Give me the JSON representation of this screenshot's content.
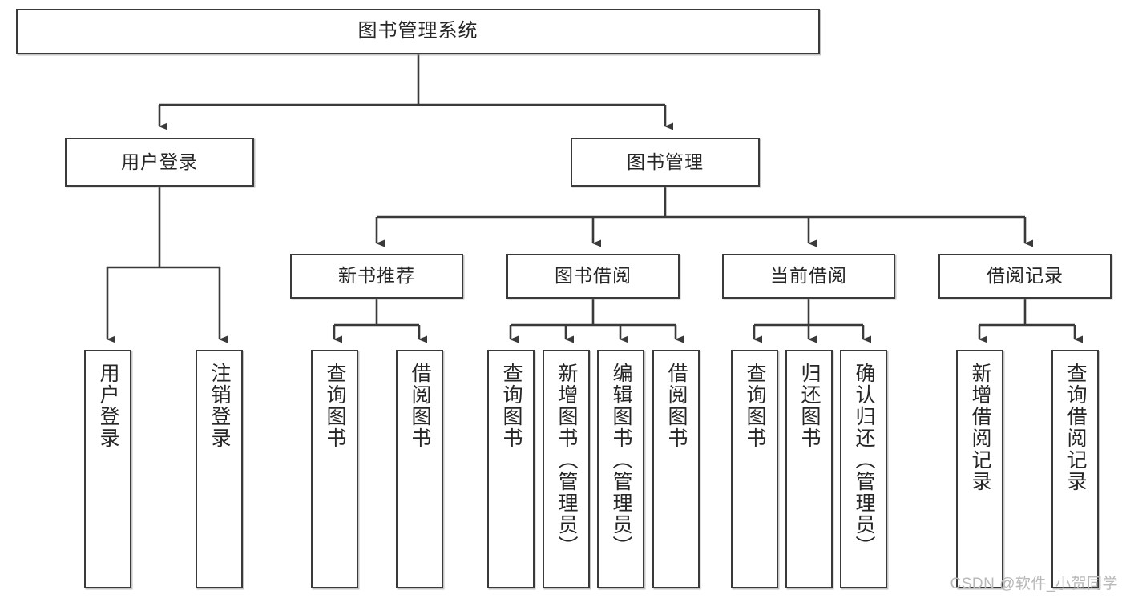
{
  "diagram": {
    "title": "图书管理系统",
    "type": "tree-structure-chart",
    "watermark": "CSDN @软件_小贺同学",
    "colors": {
      "node_border": "#3a3a3a",
      "node_fill": "#ffffff",
      "edge": "#3a3a3a",
      "text": "#262626",
      "watermark": "#b9b9b9"
    },
    "root": {
      "label": "图书管理系统"
    },
    "level2": [
      {
        "label": "用户登录"
      },
      {
        "label": "图书管理"
      }
    ],
    "level3": [
      {
        "label": "新书推荐"
      },
      {
        "label": "图书借阅"
      },
      {
        "label": "当前借阅"
      },
      {
        "label": "借阅记录"
      }
    ],
    "leaves": {
      "user_login": [
        {
          "label": "用户登录"
        },
        {
          "label": "注销登录"
        }
      ],
      "new_book_recommend": [
        {
          "label": "查询图书"
        },
        {
          "label": "借阅图书"
        }
      ],
      "book_borrow": [
        {
          "label": "查询图书"
        },
        {
          "label": "新增图书（管理员）"
        },
        {
          "label": "编辑图书（管理员）"
        },
        {
          "label": "借阅图书"
        }
      ],
      "current_borrow": [
        {
          "label": "查询图书"
        },
        {
          "label": "归还图书"
        },
        {
          "label": "确认归还（管理员）"
        }
      ],
      "borrow_record": [
        {
          "label": "新增借阅记录"
        },
        {
          "label": "查询借阅记录"
        }
      ]
    }
  }
}
